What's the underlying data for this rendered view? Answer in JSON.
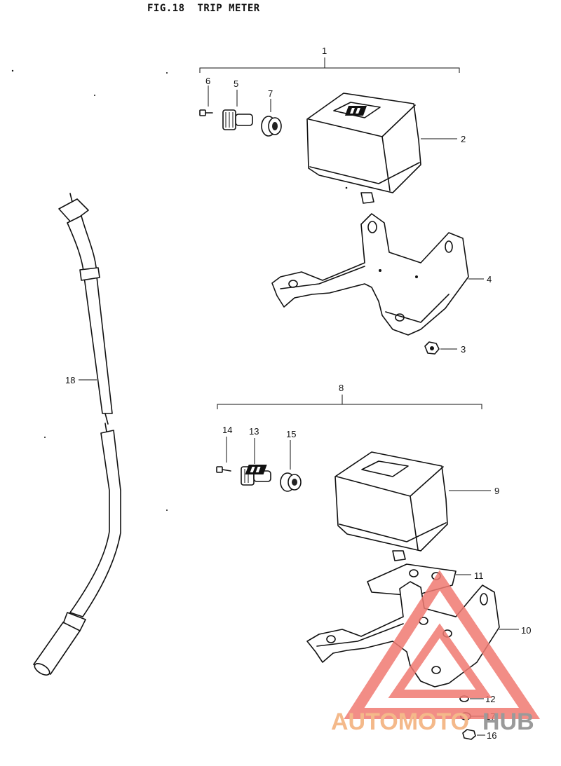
{
  "figure": {
    "title": "FIG.18  TRIP METER"
  },
  "callouts": {
    "c1": "1",
    "c2": "2",
    "c3": "3",
    "c4": "4",
    "c5": "5",
    "c6": "6",
    "c7": "7",
    "c8": "8",
    "c9": "9",
    "c10": "10",
    "c11": "11",
    "c12": "12",
    "c13": "13",
    "c14": "14",
    "c15": "15",
    "c16": "16",
    "c17": "17",
    "c18": "18"
  },
  "watermark": {
    "part1": "AUTOMOTO",
    "part2": "HUB",
    "color_part1": "#f4b98a",
    "color_part2": "#9a9a9a",
    "logo_color": "#f07a72"
  }
}
